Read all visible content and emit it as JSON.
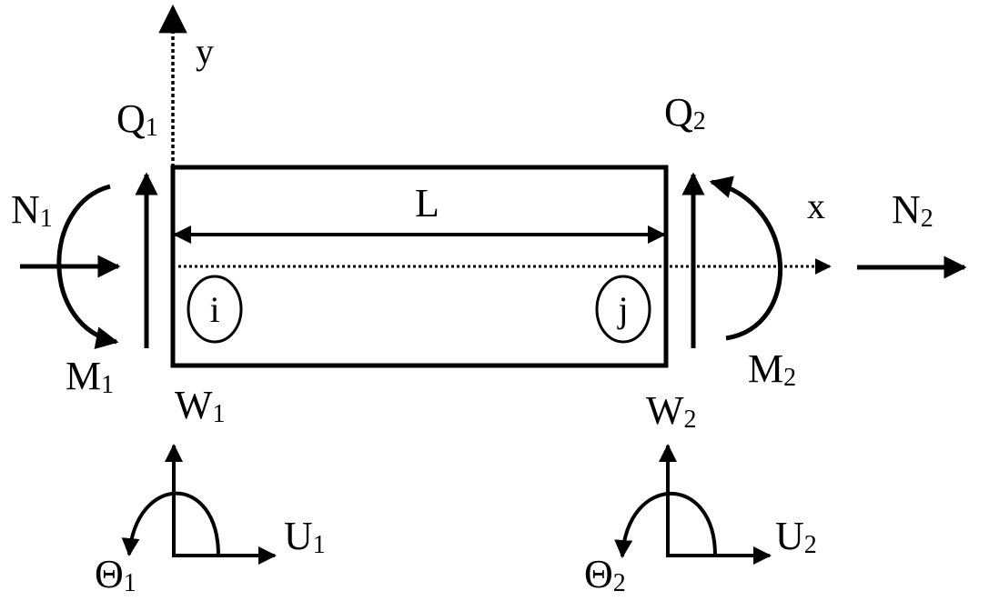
{
  "diagram": {
    "title": "Beam element with nodal forces and displacements",
    "colors": {
      "ink": "#000000",
      "background": "#ffffff"
    },
    "axes": {
      "x_label": "x",
      "y_label": "y"
    },
    "element": {
      "length_label": "L",
      "node_start": "i",
      "node_end": "j"
    },
    "forces_left": {
      "shear": {
        "base": "Q",
        "sub": "1"
      },
      "axial": {
        "base": "N",
        "sub": "1"
      },
      "moment": {
        "base": "M",
        "sub": "1"
      }
    },
    "forces_right": {
      "shear": {
        "base": "Q",
        "sub": "2"
      },
      "axial": {
        "base": "N",
        "sub": "2"
      },
      "moment": {
        "base": "M",
        "sub": "2"
      }
    },
    "displacements_left": {
      "vertical": {
        "base": "W",
        "sub": "1"
      },
      "horizontal": {
        "base": "U",
        "sub": "1"
      },
      "rotation": {
        "base": "Θ",
        "sub": "1"
      }
    },
    "displacements_right": {
      "vertical": {
        "base": "W",
        "sub": "2"
      },
      "horizontal": {
        "base": "U",
        "sub": "2"
      },
      "rotation": {
        "base": "Θ",
        "sub": "2"
      }
    }
  }
}
